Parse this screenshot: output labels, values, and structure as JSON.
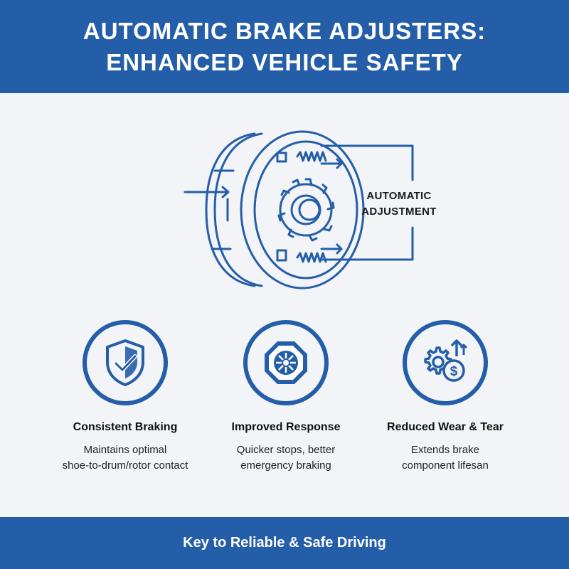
{
  "header": {
    "title_line1": "AUTOMATIC BRAKE ADJUSTERS:",
    "title_line2": "ENHANCED VEHICLE SAFETY"
  },
  "diagram": {
    "label_line1": "AUTOMATIC",
    "label_line2": "ADJUSTMENT",
    "icon": "brake-drum-adjuster-diagram"
  },
  "features": [
    {
      "icon": "shield-check-icon",
      "title": "Consistent Braking",
      "desc_line1": "Maintains optimal",
      "desc_line2": "shoe-to-drum/rotor contact"
    },
    {
      "icon": "brake-rotor-icon",
      "title": "Improved Response",
      "desc_line1": "Quicker stops, better",
      "desc_line2": "emergency braking"
    },
    {
      "icon": "gear-dollar-icon",
      "title": "Reduced Wear & Tear",
      "desc_line1": "Extends brake",
      "desc_line2": "component lifesan"
    }
  ],
  "footer": {
    "text": "Key to Reliable & Safe Driving"
  },
  "colors": {
    "primary": "#255ea8",
    "background": "#f2f4f7",
    "text": "#111111"
  }
}
